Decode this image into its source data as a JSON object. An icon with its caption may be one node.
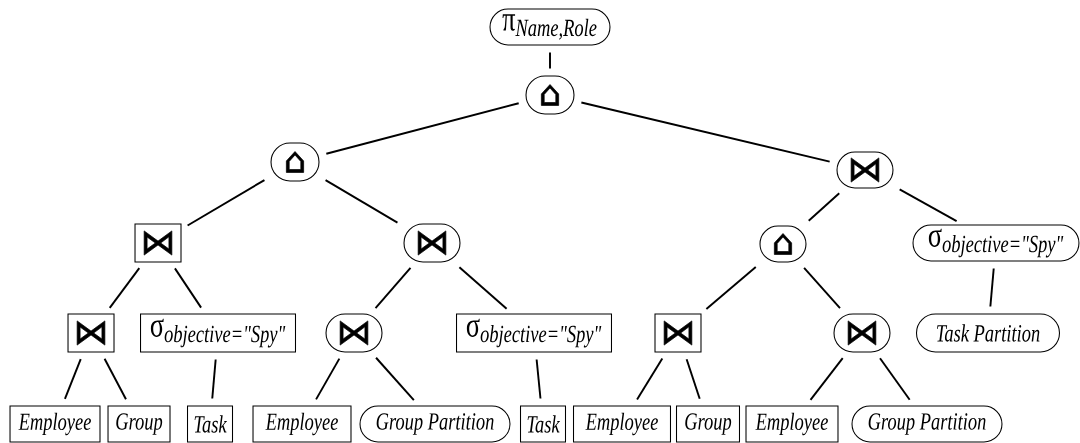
{
  "diagram": {
    "nodes": [
      {
        "text": [
          "\\text{π}_{\\text{\\itshape Name,Role}}"
        ]
      },
      {
        "text": [
          "⌂"
        ]
      },
      {
        "text": [
          "⌂"
        ]
      },
      {
        "text": [
          "⋈"
        ]
      },
      {
        "text": [
          "⋈"
        ]
      },
      {
        "text": [
          "⋈"
        ]
      },
      {
        "text": [
          "⌂"
        ]
      },
      {
        "text": [
          "\\text{σ}_{\\text{\\itshape objective=\"Spy\"}}"
        ]
      },
      {
        "text": [
          "⋈"
        ]
      },
      {
        "text": [
          "\\text{σ}_{\\text{\\itshape objective=\"Spy\"}}"
        ]
      },
      {
        "text": [
          "⋈"
        ]
      },
      {
        "text": [
          "\\text{σ}_{\\text{\\itshape objective=\"Spy\"}}"
        ]
      },
      {
        "text": [
          "⋈"
        ]
      },
      {
        "text": [
          "⋈"
        ]
      },
      {
        "text": [
          "Task Partition"
        ]
      },
      {
        "text": [
          "Employee"
        ]
      },
      {
        "text": [
          "Group"
        ]
      },
      {
        "text": [
          "Task"
        ]
      },
      {
        "text": [
          "Employee"
        ]
      },
      {
        "text": [
          "Group Partition"
        ]
      },
      {
        "text": [
          "Task"
        ]
      },
      {
        "text": [
          "Employee"
        ]
      },
      {
        "text": [
          "Group"
        ]
      },
      {
        "text": [
          "Employee"
        ]
      },
      {
        "text": [
          "Group Partition"
        ]
      }
    ],
    "edges": [
      {
        "from": 0,
        "to": 1,
        "arrow": "none"
      },
      {
        "from": 1,
        "to": 2,
        "arrow": "none"
      },
      {
        "from": 1,
        "to": 3,
        "arrow": "none"
      },
      {
        "from": 2,
        "to": 4,
        "arrow": "none"
      },
      {
        "from": 2,
        "to": 5,
        "arrow": "none"
      },
      {
        "from": 3,
        "to": 6,
        "arrow": "none"
      },
      {
        "from": 3,
        "to": 7,
        "arrow": "none"
      },
      {
        "from": 4,
        "to": 8,
        "arrow": "none"
      },
      {
        "from": 4,
        "to": 9,
        "arrow": "none"
      },
      {
        "from": 5,
        "to": 10,
        "arrow": "none"
      },
      {
        "from": 5,
        "to": 11,
        "arrow": "none"
      },
      {
        "from": 6,
        "to": 12,
        "arrow": "none"
      },
      {
        "from": 6,
        "to": 13,
        "arrow": "none"
      },
      {
        "from": 7,
        "to": 14,
        "arrow": "none"
      },
      {
        "from": 8,
        "to": 15,
        "arrow": "none"
      },
      {
        "from": 8,
        "to": 16,
        "arrow": "none"
      },
      {
        "from": 9,
        "to": 17,
        "arrow": "none"
      },
      {
        "from": 10,
        "to": 18,
        "arrow": "none"
      },
      {
        "from": 10,
        "to": 19,
        "arrow": "none"
      },
      {
        "from": 11,
        "to": 20,
        "arrow": "none"
      },
      {
        "from": 12,
        "to": 21,
        "arrow": "none"
      },
      {
        "from": 12,
        "to": 22,
        "arrow": "none"
      },
      {
        "from": 13,
        "to": 23,
        "arrow": "none"
      },
      {
        "from": 13,
        "to": 24,
        "arrow": "none"
      }
    ]
  }
}
